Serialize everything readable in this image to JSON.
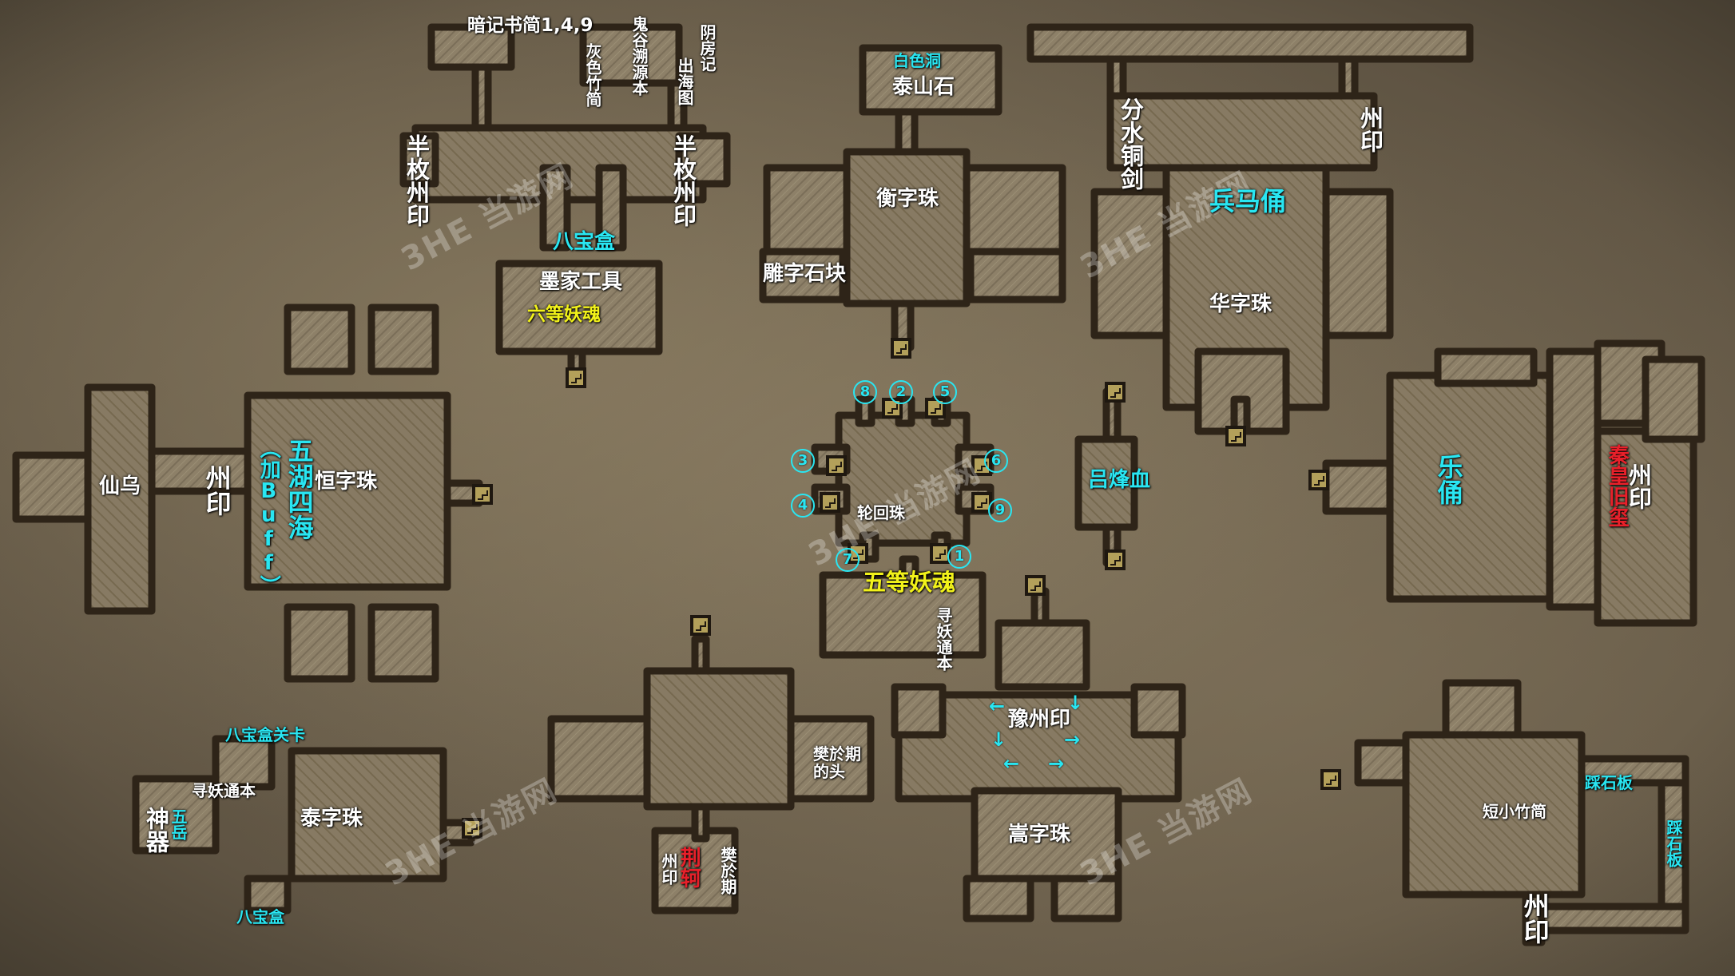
{
  "labels": {
    "diary": "暗记书简1,4,9",
    "grey_scroll": "灰色竹简",
    "guigu": "鬼谷溯源本",
    "sea_map": "出海图",
    "yinfang": "阴房记",
    "half_seal": "半枚州印",
    "babao_box": "八宝盒",
    "mojia": "墨家工具",
    "six_soul": "六等妖魂",
    "white_cave": "白色洞",
    "taishan": "泰山石",
    "heng_pearl": "衡字珠",
    "carved": "雕字石块",
    "fenshui": "分水铜剑",
    "zhou_seal": "州印",
    "bingma": "兵马俑",
    "hua_pearl": "华字珠",
    "xianwu": "仙乌",
    "wuhu": "五湖四海",
    "buff": "（加Buff）",
    "heng_char": "恒字珠",
    "samsara": "轮回珠",
    "five_soul": "五等妖魂",
    "xunyao": "寻妖通本",
    "lvfeng": "吕烽血",
    "yueyong": "乐俑",
    "red_right": "秦皇旧玺",
    "babao_stage": "八宝盒关卡",
    "shenqi": "神器",
    "wuyue": "五岳",
    "tai_pearl": "泰字珠",
    "fan_head_1": "樊於期",
    "fan_head_2": "的头",
    "red_bottom": "荆轲",
    "fanyuqi": "樊於期",
    "yuzhou": "豫州印",
    "song_pearl": "嵩字珠",
    "bamboo": "短小竹简",
    "step_stone": "踩石板"
  },
  "markers": {
    "m1": "1",
    "m2": "2",
    "m3": "3",
    "m4": "4",
    "m5": "5",
    "m6": "6",
    "m7": "7",
    "m8": "8",
    "m9": "9"
  },
  "colors": {
    "background": "#6b604d",
    "floor": "#8d8068",
    "wall": "#2e2418",
    "label_white": "#ffffff",
    "label_cyan": "#29e6f2",
    "label_yellow": "#f2f21a",
    "label_red": "#e8202a"
  }
}
